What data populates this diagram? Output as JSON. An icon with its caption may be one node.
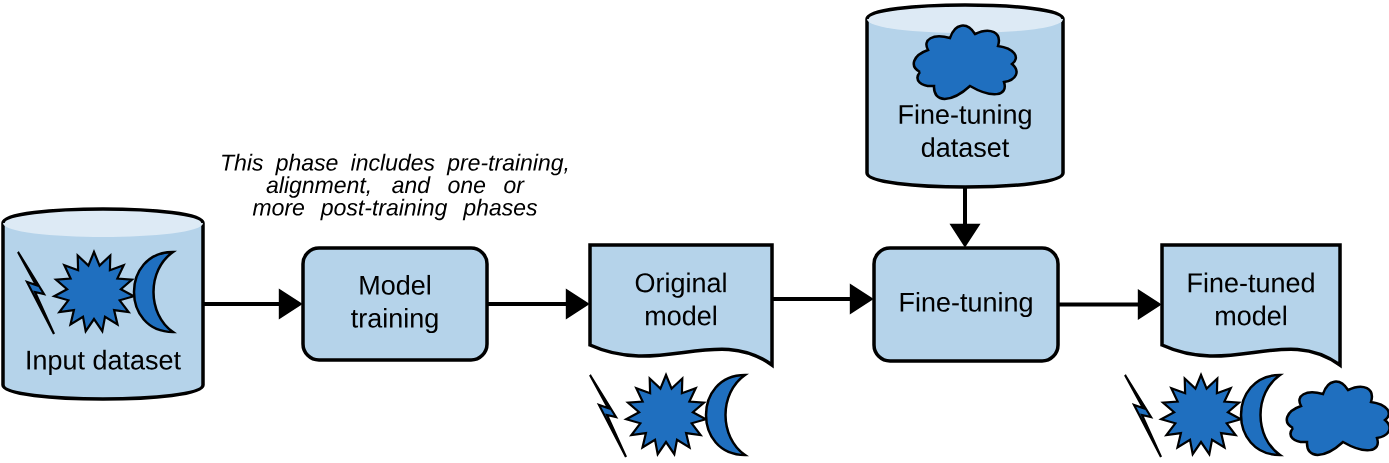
{
  "diagram": {
    "nodes": [
      {
        "text": [
          "Input dataset"
        ]
      },
      {
        "text": [
          "Model training"
        ]
      },
      {
        "text": [
          "Original model"
        ]
      },
      {
        "text": [
          "Fine-tuning dataset"
        ]
      },
      {
        "text": [
          "Fine-tuning"
        ]
      },
      {
        "text": [
          "Fine-tuned model"
        ]
      }
    ],
    "edges": [
      {
        "from": 0,
        "to": 1,
        "arrow": "to"
      },
      {
        "from": 1,
        "to": 2,
        "arrow": "to"
      },
      {
        "from": 2,
        "to": 4,
        "arrow": "to"
      },
      {
        "from": 3,
        "to": 4,
        "arrow": "to"
      },
      {
        "from": 4,
        "to": 5,
        "arrow": "to"
      }
    ],
    "labels": [
      "This phase includes pre-training, alignment, and one or more post-training phases"
    ]
  }
}
